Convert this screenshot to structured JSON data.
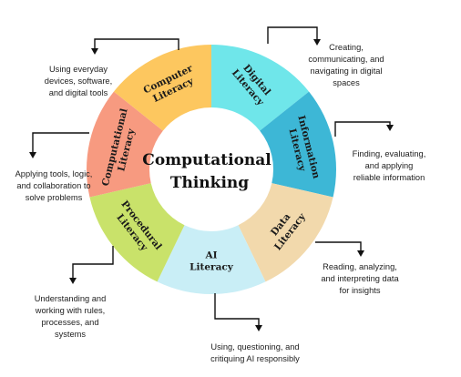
{
  "center": {
    "lines": [
      "Computational",
      "Thinking"
    ]
  },
  "segments": [
    {
      "id": "digital",
      "lines": [
        "Digital",
        "Literacy"
      ],
      "color": "#6fe6ea",
      "description": [
        "Creating,",
        "communicating, and",
        "navigating in digital",
        "spaces"
      ]
    },
    {
      "id": "information",
      "lines": [
        "Information",
        "Literacy"
      ],
      "color": "#3db7d6",
      "description": [
        "Finding, evaluating,",
        "and applying",
        "reliable information"
      ]
    },
    {
      "id": "data",
      "lines": [
        "Data",
        "Literacy"
      ],
      "color": "#f2d9ac",
      "description": [
        "Reading, analyzing,",
        "and interpreting data",
        "for insights"
      ]
    },
    {
      "id": "ai",
      "lines": [
        "AI",
        "Literacy"
      ],
      "color": "#c9eef6",
      "description": [
        "Using, questioning, and",
        "critiquing AI responsibly"
      ]
    },
    {
      "id": "procedural",
      "lines": [
        "Procedural",
        "Literacy"
      ],
      "color": "#c9e26a",
      "description": [
        "Understanding and",
        "working with rules,",
        "processes, and",
        "systems"
      ]
    },
    {
      "id": "computational",
      "lines": [
        "Computational",
        "Literacy"
      ],
      "color": "#f79a80",
      "description": [
        "Applying tools, logic,",
        "and collaboration to",
        "solve problems"
      ]
    },
    {
      "id": "computer",
      "lines": [
        "Computer",
        "Literacy"
      ],
      "color": "#fdc75f",
      "description": [
        "Using everyday",
        "devices, software,",
        "and digital tools"
      ]
    }
  ]
}
